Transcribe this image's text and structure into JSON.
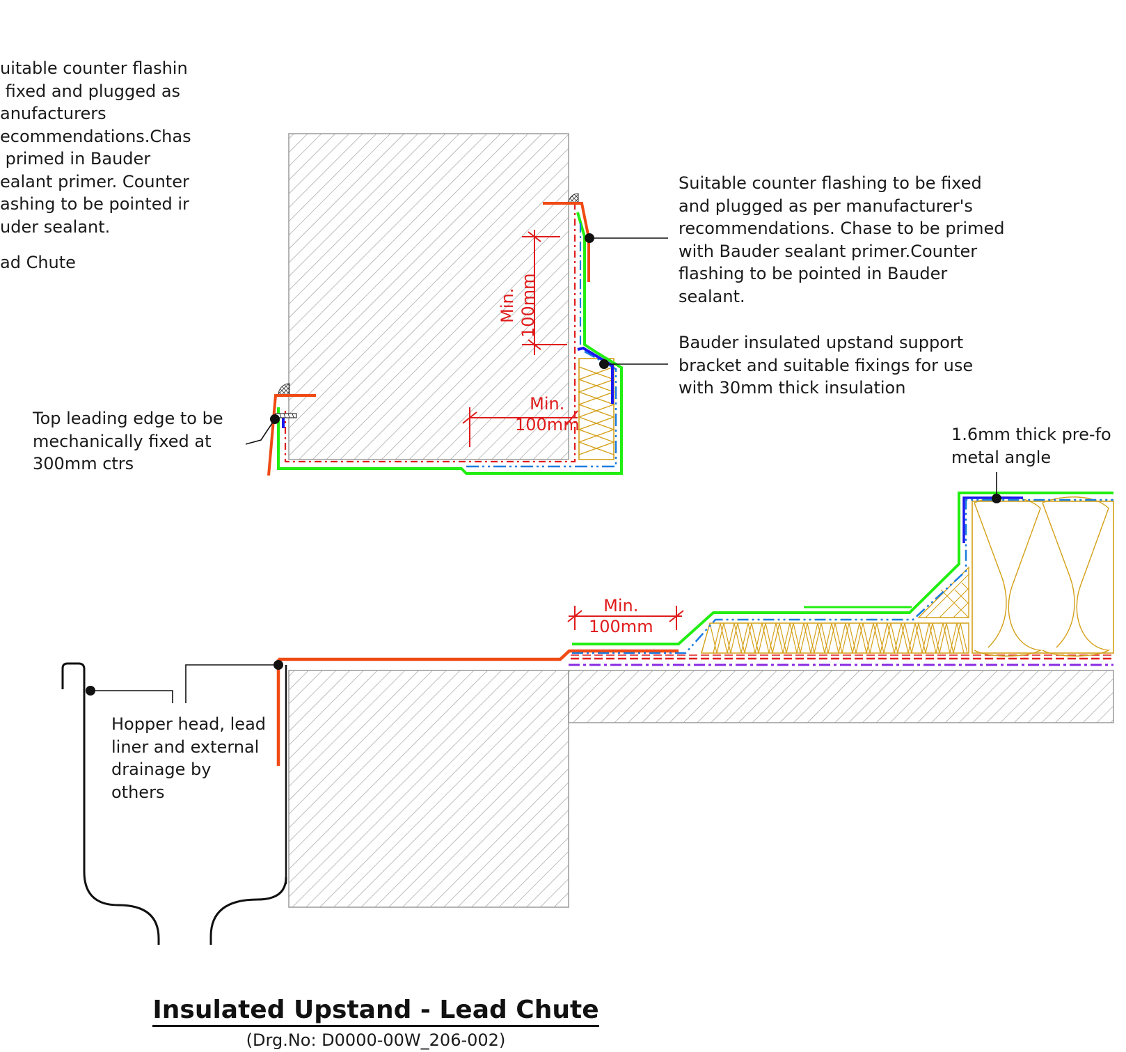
{
  "labels": {
    "left_note": "uitable counter flashin\n fixed and plugged as\nanufacturers\necommendations.Chas\n primed in Bauder\nealant primer. Counter\nashing to be pointed ir\nuder sealant.",
    "left_note2": "ad Chute",
    "counter_flashing": "Suitable counter flashing to be fixed\nand plugged as per manufacturer's\nrecommendations. Chase to be primed\nwith Bauder sealant primer.Counter\nflashing to be pointed in Bauder\nsealant.",
    "bracket": "Bauder insulated upstand support\nbracket and suitable fixings for use\nwith 30mm thick insulation",
    "top_edge": "Top leading edge to be\nmechanically fixed at\n300mm ctrs",
    "metal_angle": "1.6mm thick pre-fo\nmetal angle",
    "hopper": "Hopper head, lead\nliner and external\ndrainage by\nothers"
  },
  "dimensions": {
    "vertical": "Min.\n100mm",
    "horizontal_upper": "Min.\n100mm",
    "horizontal_lower": "Min.\n100mm"
  },
  "title": "Insulated Upstand - Lead Chute",
  "drawing_number": "(Drg.No: D0000-00W_206-002)",
  "colors": {
    "lead_flashing": "#f04a14",
    "membrane_green": "#22ee11",
    "membrane_blue": "#1a1aee",
    "dash_blue": "#1a7be0",
    "dash_red": "#e01b1b",
    "dash_purple": "#8a2be2",
    "insulation": "#d4a017",
    "hatch": "#9a9a9a",
    "line": "#111111"
  }
}
